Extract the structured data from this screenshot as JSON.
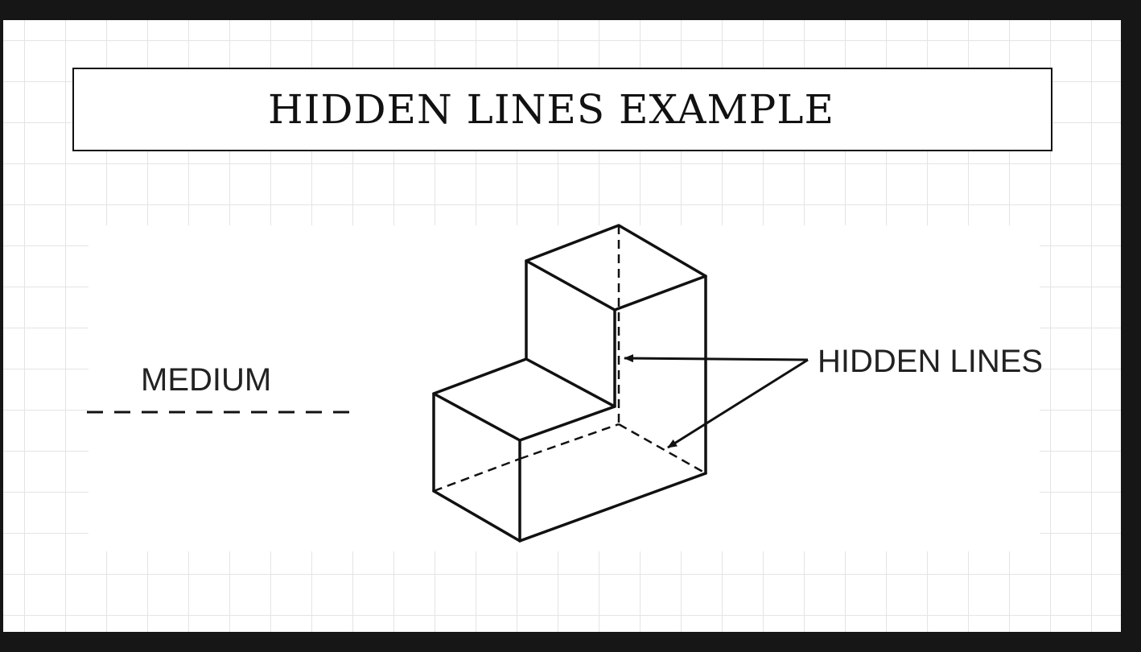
{
  "title": "HIDDEN LINES EXAMPLE",
  "diagram": {
    "line_type_label": "MEDIUM",
    "callout_label": "HIDDEN LINES"
  },
  "colors": {
    "frame": "#161616",
    "background": "#ffffff",
    "grid": "#e4e4e4",
    "ink": "#111111"
  }
}
